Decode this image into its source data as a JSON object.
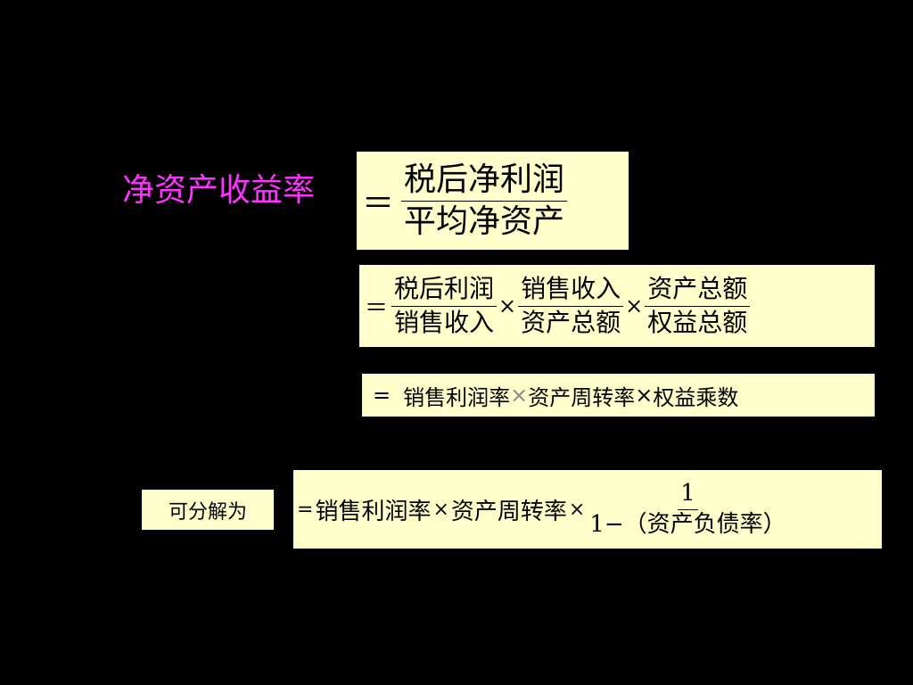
{
  "formula1": {
    "label": "净资产收益率",
    "equals": "＝",
    "numerator": "税后净利润",
    "denominator": "平均净资产"
  },
  "formula2": {
    "equals": "＝",
    "times": "×",
    "fractions": [
      {
        "numerator": "税后利润",
        "denominator": "销售收入"
      },
      {
        "numerator": "销售收入",
        "denominator": "资产总额"
      },
      {
        "numerator": "资产总额",
        "denominator": "权益总额"
      }
    ]
  },
  "formula3": {
    "equals": "=",
    "term1": "销售利润率",
    "times1": "×",
    "term2": "资产周转率",
    "times2": "×",
    "term3": "权益乘数"
  },
  "decompose": {
    "label": "可分解为"
  },
  "formula4": {
    "equals": "=",
    "term1": "销售利润率",
    "times1": "×",
    "term2": "资产周转率",
    "times2": "×",
    "numerator": "1",
    "denominator": "1−（资产负债率）"
  }
}
